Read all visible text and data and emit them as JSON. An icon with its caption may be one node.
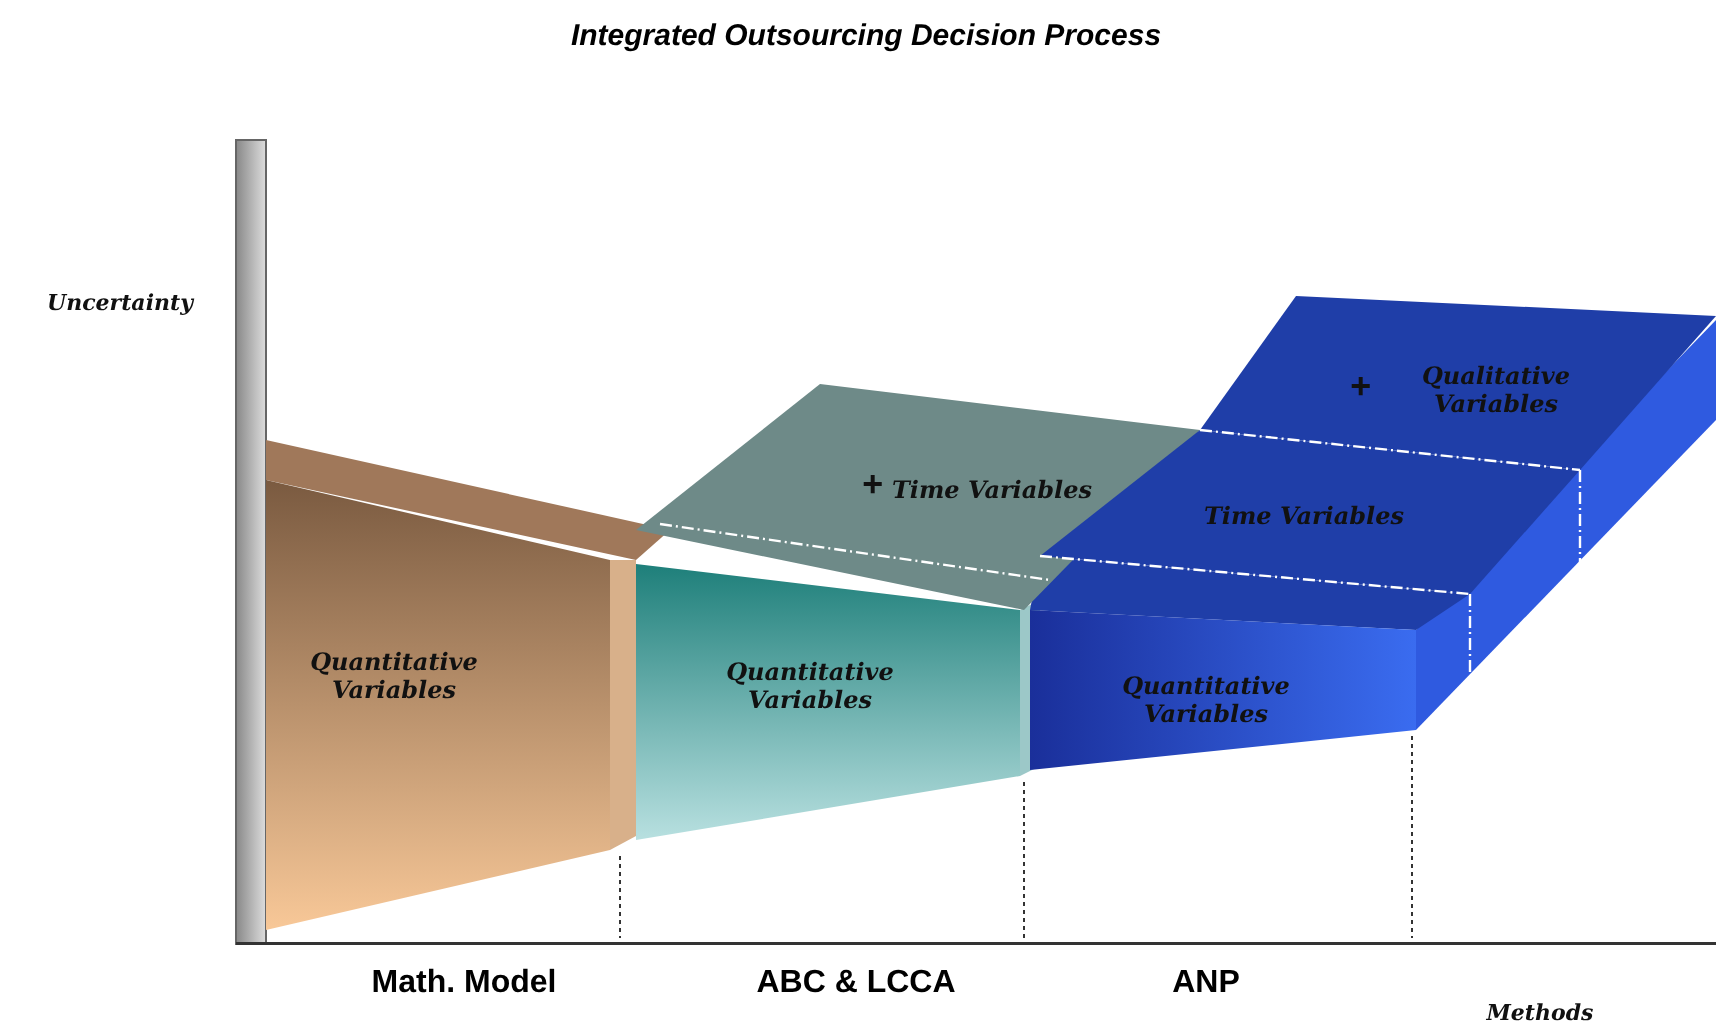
{
  "diagram": {
    "title": "Integrated Outsourcing Decision Process",
    "nodes": [
      {
        "text": [
          "Quantitative Variables"
        ]
      },
      {
        "text": [
          "+",
          "Time Variables"
        ]
      },
      {
        "text": [
          "Quantitative Variables"
        ]
      },
      {
        "text": [
          "+",
          "Qualitative Variables"
        ]
      },
      {
        "text": [
          "Time Variables"
        ]
      },
      {
        "text": [
          "Quantitative Variables"
        ]
      }
    ],
    "labels": [
      "Uncertainty",
      "Math. Model",
      "ABC & LCCA",
      "ANP",
      "Methods"
    ]
  }
}
